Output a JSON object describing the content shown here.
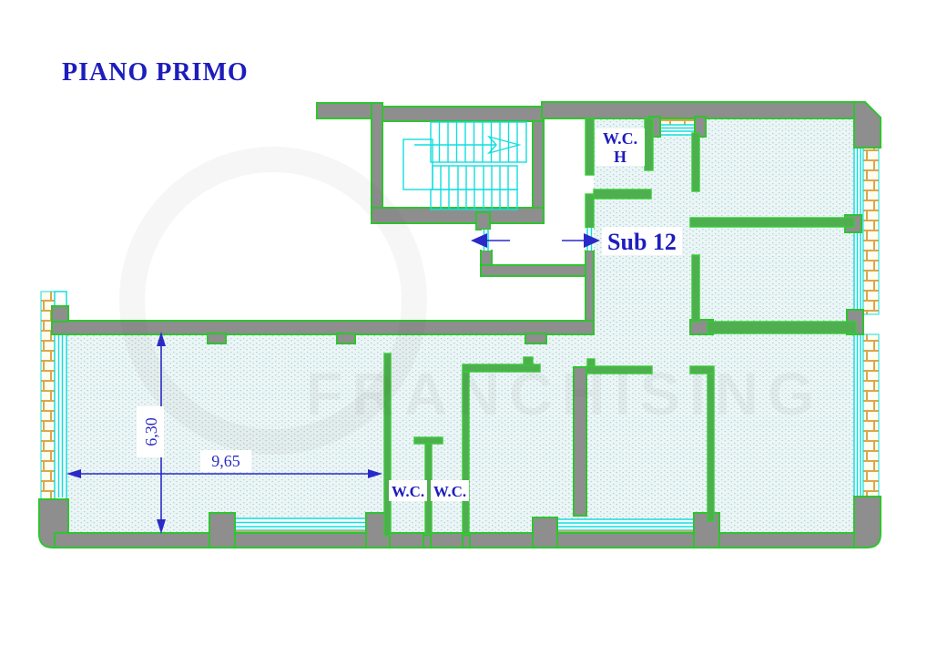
{
  "title": "PIANO PRIMO",
  "unit_label": "Sub 12",
  "rooms": {
    "wc_h": [
      "W.C.",
      "H"
    ],
    "wc_1": "W.C.",
    "wc_2": "W.C."
  },
  "dimensions": {
    "width": "9,65",
    "height": "6,30"
  },
  "watermark": "FRANCHISING",
  "colors": {
    "background": "#ffffff",
    "wall_gray": "#8e8e8e",
    "outline_green": "#2fc42f",
    "partition_green": "#4fae4f",
    "partition_edge": "#35cc35",
    "glass_cyan": "#12dede",
    "brick_orange": "#dda64a",
    "brick_fill": "#fffcf0",
    "floor_tint": "#ecf5f5",
    "floor_dot": "#a9d3da",
    "text_blue": "#1d1dbd",
    "dimension_blue": "#2a2ac8"
  }
}
